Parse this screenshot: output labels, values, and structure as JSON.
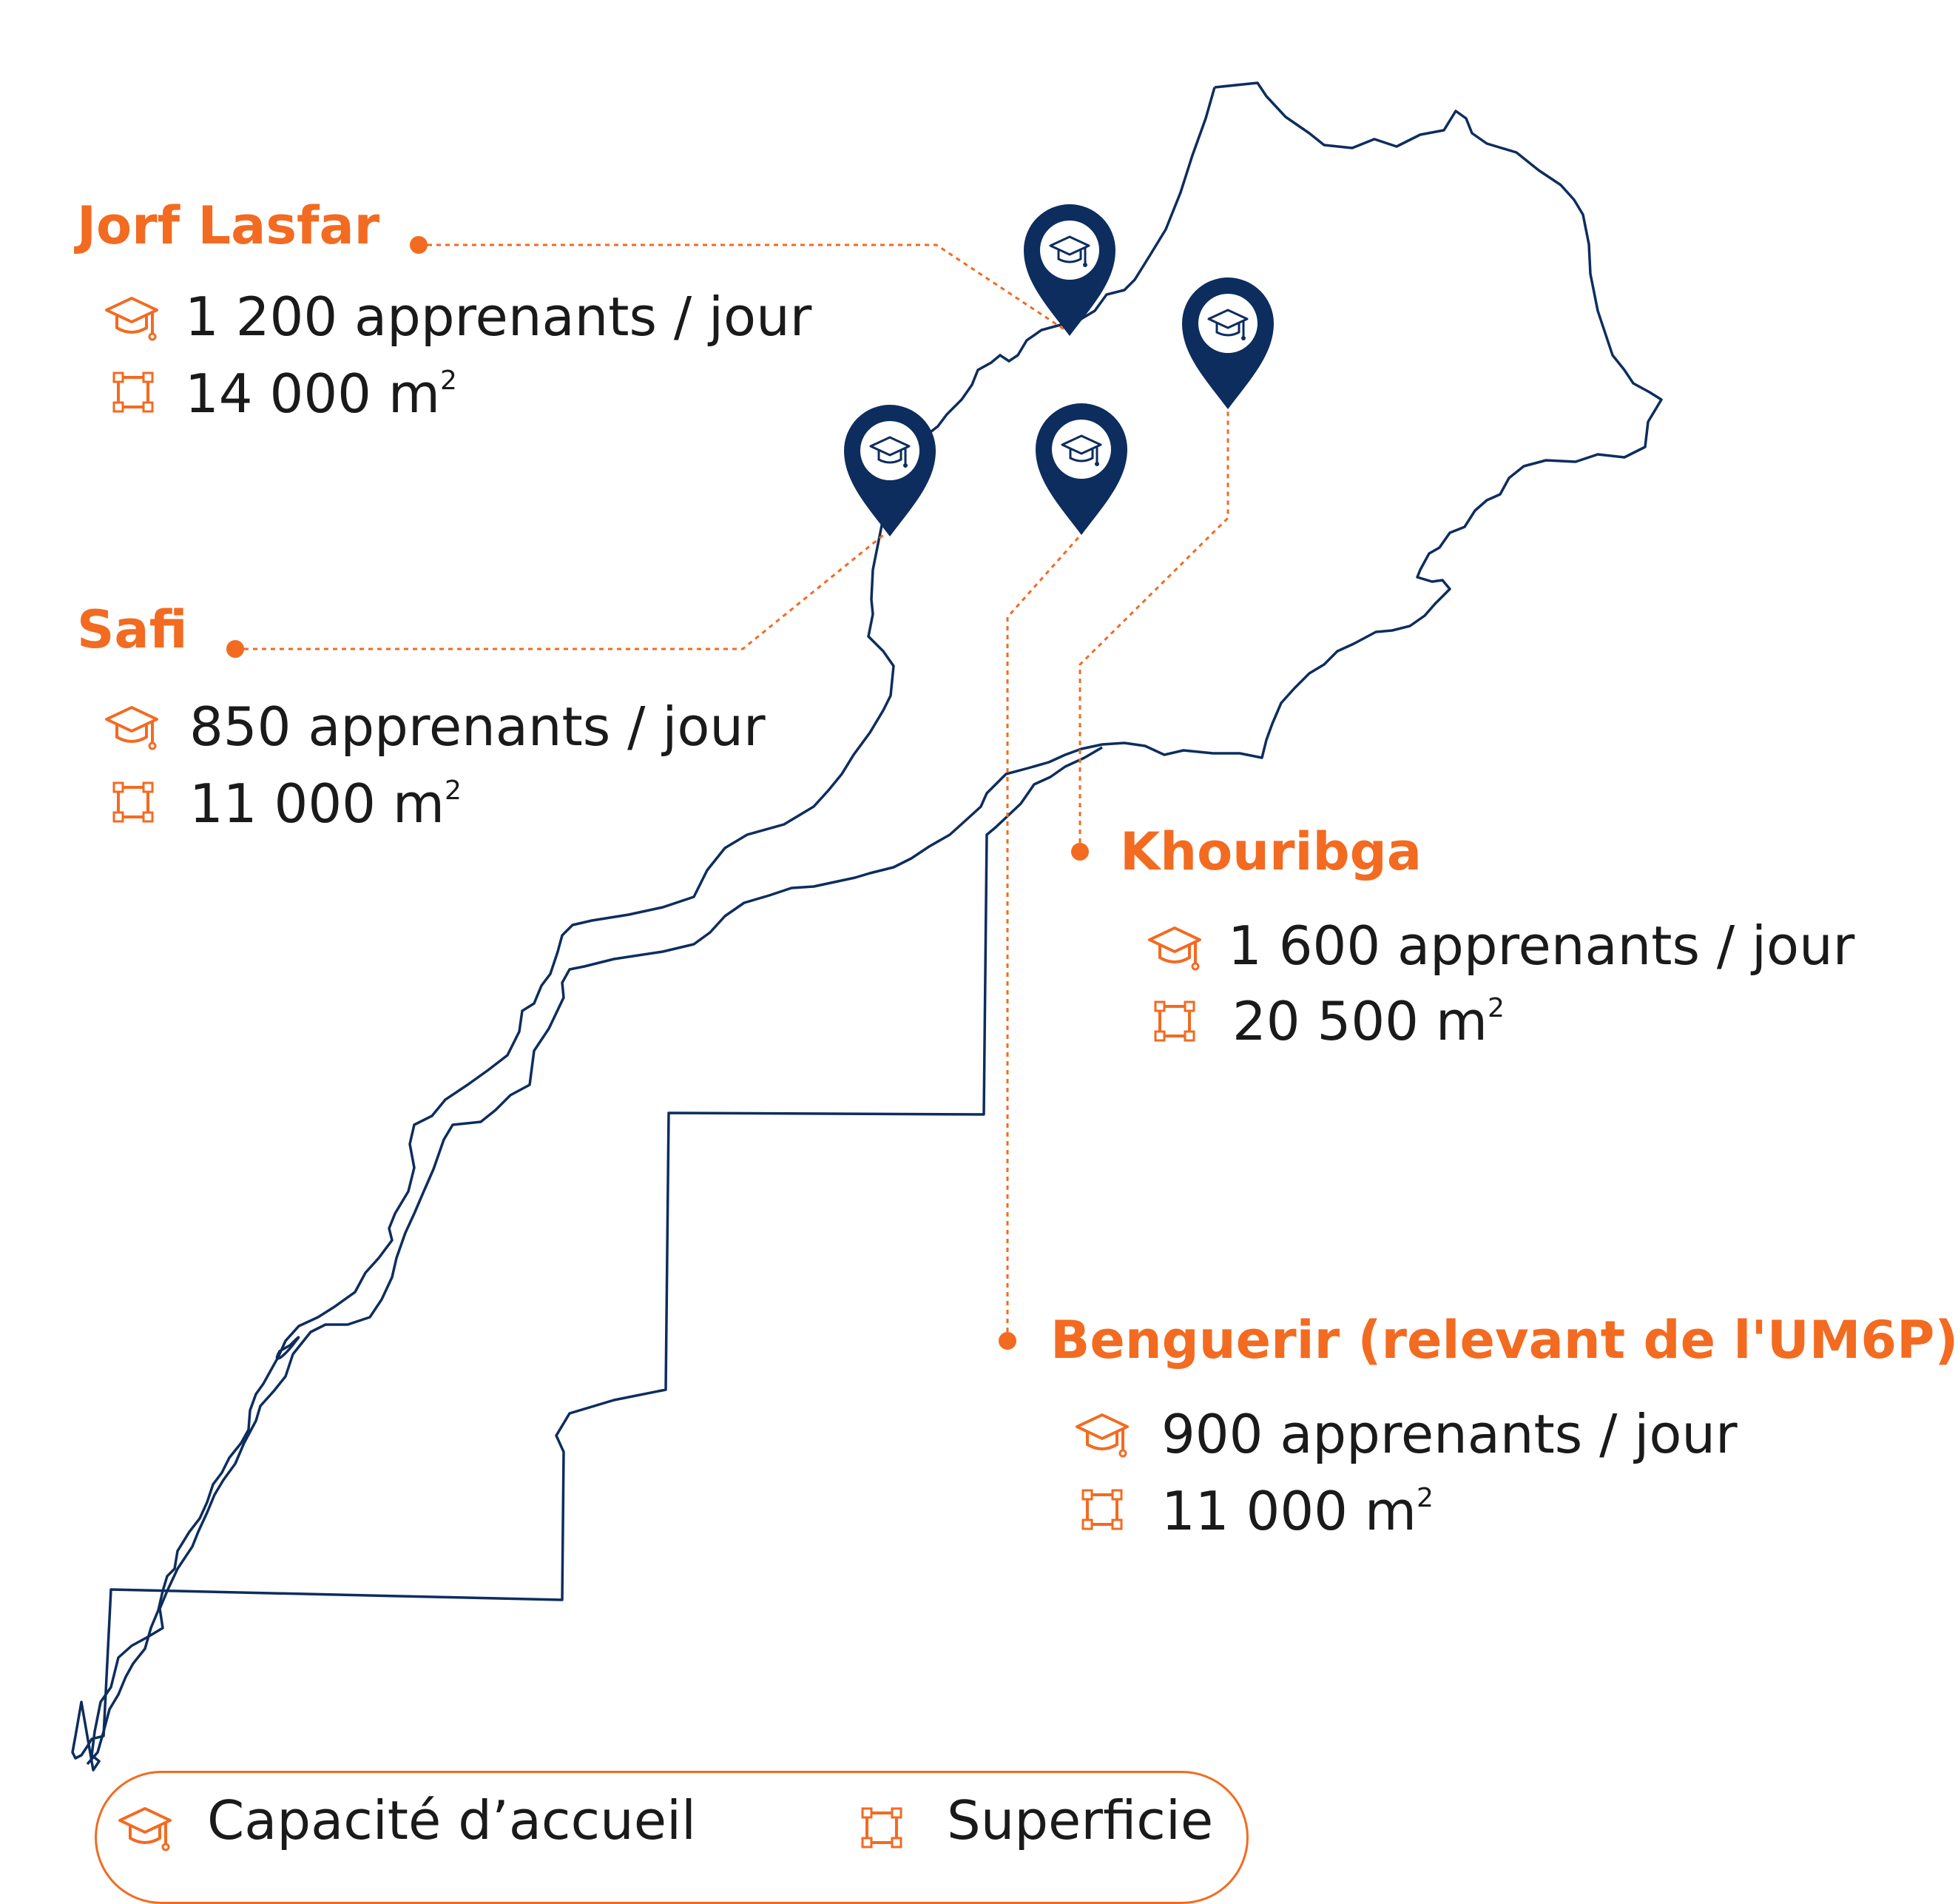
{
  "colors": {
    "accent": "#f26b21",
    "map_outline": "#0d2d5e",
    "pin": "#0d2d5e",
    "text": "#1a1a1a"
  },
  "icons": {
    "capacity": "graduation-cap-icon",
    "area": "area-square-icon",
    "pin": "map-pin-icon"
  },
  "sites": [
    {
      "id": "jorf-lasfar",
      "name": "Jorf Lasfar",
      "capacity": "1 200 apprenants / jour",
      "area": "14 000 m",
      "area_unit_sup": "2"
    },
    {
      "id": "safi",
      "name": "Safi",
      "capacity": "850 apprenants / jour",
      "area": "11 000 m",
      "area_unit_sup": "2"
    },
    {
      "id": "khouribga",
      "name": "Khouribga",
      "capacity": "1 600 apprenants / jour",
      "area": "20 500 m",
      "area_unit_sup": "2"
    },
    {
      "id": "benguerir",
      "name": "Benguerir (relevant de l'UM6P)",
      "capacity": "900 apprenants / jour",
      "area": "11 000 m",
      "area_unit_sup": "2"
    }
  ],
  "legend": {
    "capacity_label": "Capacité d’accueil",
    "area_label": "Superficie"
  }
}
